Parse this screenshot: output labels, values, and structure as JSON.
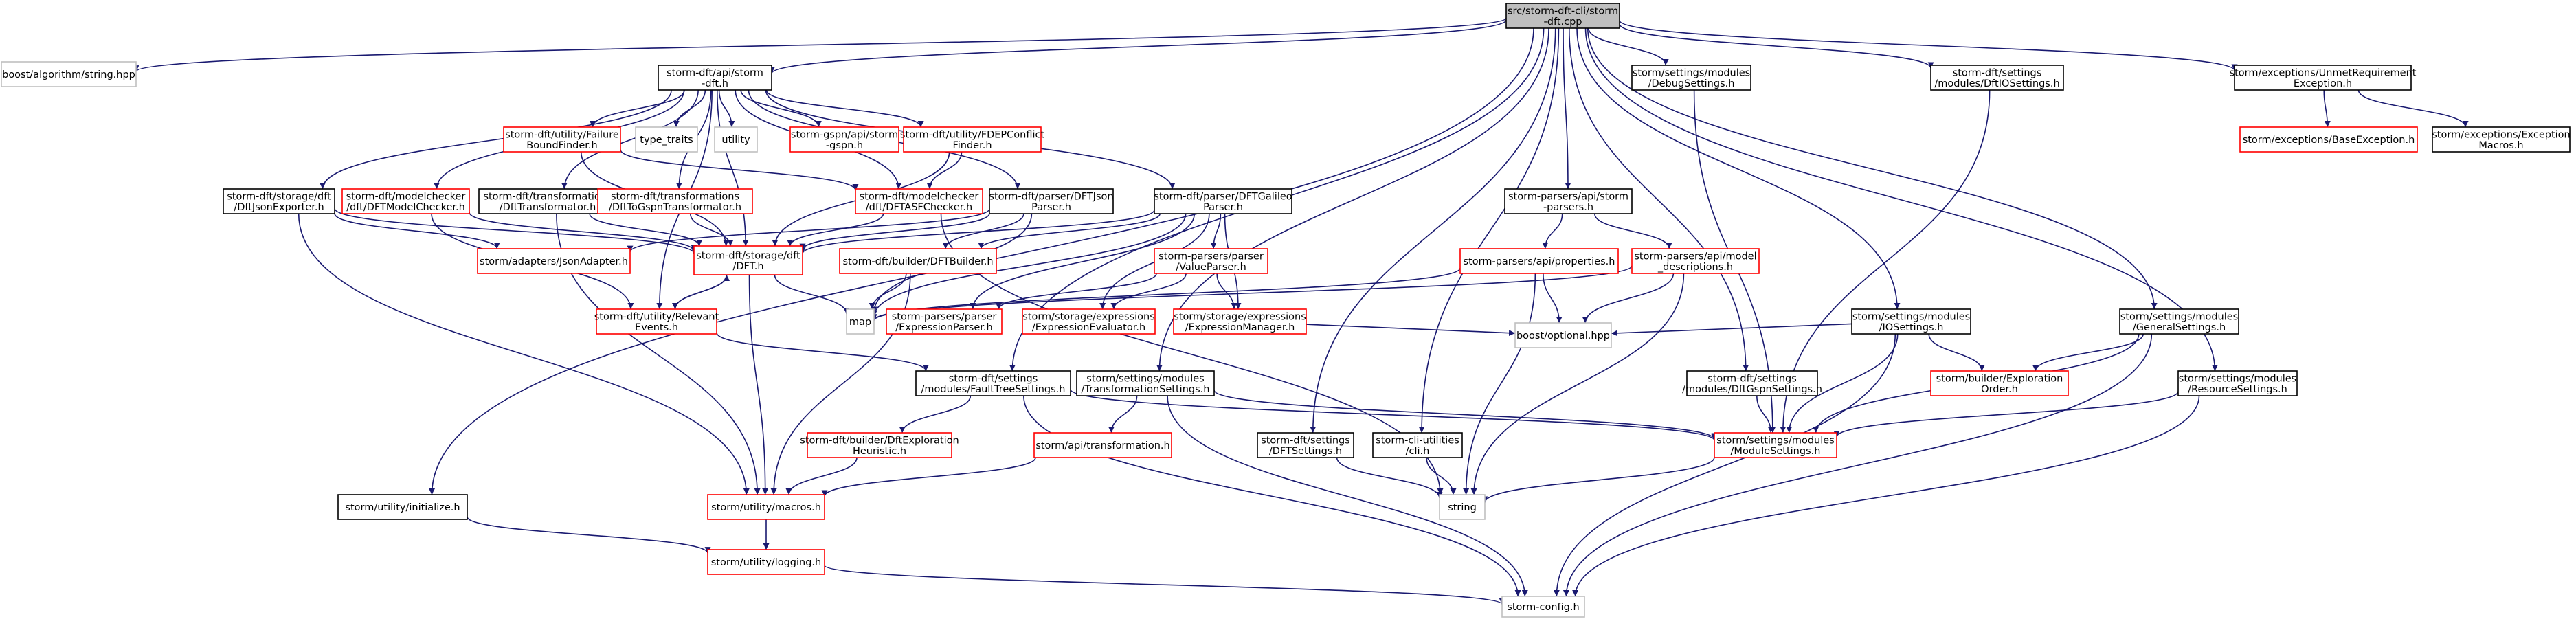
{
  "colors": {
    "edge": "#191970",
    "root_fill": "#bfbfbf",
    "normal_border": "#000000",
    "red_border": "#ff0000",
    "grey_border": "#bfbfbf",
    "text": "#000000"
  },
  "nodes": [
    {
      "id": "root",
      "label": [
        "src/storm-dft-cli/storm",
        "-dft.cpp"
      ],
      "style": "root"
    },
    {
      "id": "boost_string",
      "label": [
        "boost/algorithm/string.hpp"
      ],
      "style": "grey"
    },
    {
      "id": "api_dft",
      "label": [
        "storm-dft/api/storm",
        "-dft.h"
      ],
      "style": "normal"
    },
    {
      "id": "debugsettings",
      "label": [
        "storm/settings/modules",
        "/DebugSettings.h"
      ],
      "style": "normal"
    },
    {
      "id": "dftiosettings",
      "label": [
        "storm-dft/settings",
        "/modules/DftIOSettings.h"
      ],
      "style": "normal"
    },
    {
      "id": "unmet",
      "label": [
        "storm/exceptions/UnmetRequirement",
        "Exception.h"
      ],
      "style": "normal"
    },
    {
      "id": "failurebound",
      "label": [
        "storm-dft/utility/Failure",
        "BoundFinder.h"
      ],
      "style": "red"
    },
    {
      "id": "type_traits",
      "label": [
        "type_traits"
      ],
      "style": "grey"
    },
    {
      "id": "utility",
      "label": [
        "utility"
      ],
      "style": "grey"
    },
    {
      "id": "gspn_api",
      "label": [
        "storm-gspn/api/storm",
        "-gspn.h"
      ],
      "style": "red"
    },
    {
      "id": "fdep",
      "label": [
        "storm-dft/utility/FDEPConflict",
        "Finder.h"
      ],
      "style": "red"
    },
    {
      "id": "baseexc",
      "label": [
        "storm/exceptions/BaseException.h"
      ],
      "style": "red"
    },
    {
      "id": "excmacros",
      "label": [
        "storm/exceptions/Exception",
        "Macros.h"
      ],
      "style": "normal"
    },
    {
      "id": "jsonexporter",
      "label": [
        "storm-dft/storage/dft",
        "/DftJsonExporter.h"
      ],
      "style": "normal"
    },
    {
      "id": "dftmc",
      "label": [
        "storm-dft/modelchecker",
        "/dft/DFTModelChecker.h"
      ],
      "style": "red"
    },
    {
      "id": "dfttransformator",
      "label": [
        "storm-dft/transformations",
        "/DftTransformator.h"
      ],
      "style": "normal"
    },
    {
      "id": "togspn",
      "label": [
        "storm-dft/transformations",
        "/DftToGspnTransformator.h"
      ],
      "style": "red"
    },
    {
      "id": "asfchecker",
      "label": [
        "storm-dft/modelchecker",
        "/dft/DFTASFChecker.h"
      ],
      "style": "red"
    },
    {
      "id": "jsonparser",
      "label": [
        "storm-dft/parser/DFTJson",
        "Parser.h"
      ],
      "style": "normal"
    },
    {
      "id": "galileo",
      "label": [
        "storm-dft/parser/DFTGalileo",
        "Parser.h"
      ],
      "style": "normal"
    },
    {
      "id": "parsers_h",
      "label": [
        "storm-parsers/api/storm",
        "-parsers.h"
      ],
      "style": "normal"
    },
    {
      "id": "jsonadapter",
      "label": [
        "storm/adapters/JsonAdapter.h"
      ],
      "style": "red"
    },
    {
      "id": "dft_h",
      "label": [
        "storm-dft/storage/dft",
        "/DFT.h"
      ],
      "style": "red"
    },
    {
      "id": "dftbuilder",
      "label": [
        "storm-dft/builder/DFTBuilder.h"
      ],
      "style": "red"
    },
    {
      "id": "valueparser",
      "label": [
        "storm-parsers/parser",
        "/ValueParser.h"
      ],
      "style": "red"
    },
    {
      "id": "properties",
      "label": [
        "storm-parsers/api/properties.h"
      ],
      "style": "red"
    },
    {
      "id": "modeldesc",
      "label": [
        "storm-parsers/api/model",
        "_descriptions.h"
      ],
      "style": "red"
    },
    {
      "id": "relevant",
      "label": [
        "storm-dft/utility/Relevant",
        "Events.h"
      ],
      "style": "red"
    },
    {
      "id": "map",
      "label": [
        "map"
      ],
      "style": "grey"
    },
    {
      "id": "exprparser",
      "label": [
        "storm-parsers/parser",
        "/ExpressionParser.h"
      ],
      "style": "red"
    },
    {
      "id": "expreval",
      "label": [
        "storm/storage/expressions",
        "/ExpressionEvaluator.h"
      ],
      "style": "red"
    },
    {
      "id": "exprmanager",
      "label": [
        "storm/storage/expressions",
        "/ExpressionManager.h"
      ],
      "style": "red"
    },
    {
      "id": "optional",
      "label": [
        "boost/optional.hpp"
      ],
      "style": "grey"
    },
    {
      "id": "iosettings",
      "label": [
        "storm/settings/modules",
        "/IOSettings.h"
      ],
      "style": "normal"
    },
    {
      "id": "generalsettings",
      "label": [
        "storm/settings/modules",
        "/GeneralSettings.h"
      ],
      "style": "normal"
    },
    {
      "id": "faulttree",
      "label": [
        "storm-dft/settings",
        "/modules/FaultTreeSettings.h"
      ],
      "style": "normal"
    },
    {
      "id": "transfsettings",
      "label": [
        "storm/settings/modules",
        "/TransformationSettings.h"
      ],
      "style": "normal"
    },
    {
      "id": "dftgspnsettings",
      "label": [
        "storm-dft/settings",
        "/modules/DftGspnSettings.h"
      ],
      "style": "normal"
    },
    {
      "id": "explorationorder",
      "label": [
        "storm/builder/Exploration",
        "Order.h"
      ],
      "style": "red"
    },
    {
      "id": "resourcesettings",
      "label": [
        "storm/settings/modules",
        "/ResourceSettings.h"
      ],
      "style": "normal"
    },
    {
      "id": "dftexplheur",
      "label": [
        "storm-dft/builder/DftExploration",
        "Heuristic.h"
      ],
      "style": "red"
    },
    {
      "id": "transformation",
      "label": [
        "storm/api/transformation.h"
      ],
      "style": "red"
    },
    {
      "id": "dftsettings",
      "label": [
        "storm-dft/settings",
        "/DFTSettings.h"
      ],
      "style": "normal"
    },
    {
      "id": "cli",
      "label": [
        "storm-cli-utilities",
        "/cli.h"
      ],
      "style": "normal"
    },
    {
      "id": "modulesettings",
      "label": [
        "storm/settings/modules",
        "/ModuleSettings.h"
      ],
      "style": "red"
    },
    {
      "id": "initialize",
      "label": [
        "storm/utility/initialize.h"
      ],
      "style": "normal"
    },
    {
      "id": "macros",
      "label": [
        "storm/utility/macros.h"
      ],
      "style": "red"
    },
    {
      "id": "string",
      "label": [
        "string"
      ],
      "style": "grey"
    },
    {
      "id": "logging",
      "label": [
        "storm/utility/logging.h"
      ],
      "style": "red"
    },
    {
      "id": "config",
      "label": [
        "storm-config.h"
      ],
      "style": "grey"
    }
  ],
  "edges": [
    [
      "root",
      "boost_string"
    ],
    [
      "root",
      "api_dft"
    ],
    [
      "root",
      "debugsettings"
    ],
    [
      "root",
      "dftiosettings"
    ],
    [
      "root",
      "unmet"
    ],
    [
      "root",
      "initialize"
    ],
    [
      "root",
      "parsers_h"
    ],
    [
      "root",
      "iosettings"
    ],
    [
      "root",
      "generalsettings"
    ],
    [
      "root",
      "resourcesettings"
    ],
    [
      "root",
      "dftgspnsettings"
    ],
    [
      "root",
      "dftsettings"
    ],
    [
      "root",
      "cli"
    ],
    [
      "root",
      "faulttree"
    ],
    [
      "root",
      "transfsettings"
    ],
    [
      "api_dft",
      "failurebound"
    ],
    [
      "api_dft",
      "type_traits"
    ],
    [
      "api_dft",
      "utility"
    ],
    [
      "api_dft",
      "gspn_api"
    ],
    [
      "api_dft",
      "fdep"
    ],
    [
      "api_dft",
      "jsonexporter"
    ],
    [
      "api_dft",
      "dftmc"
    ],
    [
      "api_dft",
      "dfttransformator"
    ],
    [
      "api_dft",
      "togspn"
    ],
    [
      "api_dft",
      "asfchecker"
    ],
    [
      "api_dft",
      "jsonparser"
    ],
    [
      "api_dft",
      "galileo"
    ],
    [
      "api_dft",
      "dft_h"
    ],
    [
      "api_dft",
      "relevant"
    ],
    [
      "failurebound",
      "dft_h"
    ],
    [
      "failurebound",
      "asfchecker"
    ],
    [
      "fdep",
      "asfchecker"
    ],
    [
      "fdep",
      "dft_h"
    ],
    [
      "jsonexporter",
      "dft_h"
    ],
    [
      "jsonexporter",
      "jsonadapter"
    ],
    [
      "jsonexporter",
      "macros"
    ],
    [
      "dftmc",
      "dft_h"
    ],
    [
      "dftmc",
      "relevant"
    ],
    [
      "dfttransformator",
      "dft_h"
    ],
    [
      "dfttransformator",
      "macros"
    ],
    [
      "togspn",
      "dft_h"
    ],
    [
      "asfchecker",
      "dft_h"
    ],
    [
      "asfchecker",
      "string"
    ],
    [
      "jsonparser",
      "dft_h"
    ],
    [
      "jsonparser",
      "dftbuilder"
    ],
    [
      "jsonparser",
      "map"
    ],
    [
      "jsonparser",
      "jsonadapter"
    ],
    [
      "galileo",
      "dft_h"
    ],
    [
      "galileo",
      "dftbuilder"
    ],
    [
      "galileo",
      "valueparser"
    ],
    [
      "galileo",
      "map"
    ],
    [
      "galileo",
      "exprparser"
    ],
    [
      "galileo",
      "expreval"
    ],
    [
      "galileo",
      "exprmanager"
    ],
    [
      "dft_h",
      "map"
    ],
    [
      "dft_h",
      "relevant"
    ],
    [
      "dft_h",
      "macros"
    ],
    [
      "relevant",
      "dft_h"
    ],
    [
      "relevant",
      "faulttree"
    ],
    [
      "dftbuilder",
      "map"
    ],
    [
      "dftbuilder",
      "macros"
    ],
    [
      "valueparser",
      "exprparser"
    ],
    [
      "valueparser",
      "expreval"
    ],
    [
      "valueparser",
      "exprmanager"
    ],
    [
      "parsers_h",
      "properties"
    ],
    [
      "parsers_h",
      "modeldesc"
    ],
    [
      "properties",
      "map"
    ],
    [
      "properties",
      "optional"
    ],
    [
      "properties",
      "string"
    ],
    [
      "modeldesc",
      "map"
    ],
    [
      "modeldesc",
      "optional"
    ],
    [
      "modeldesc",
      "string"
    ],
    [
      "exprmanager",
      "optional"
    ],
    [
      "iosettings",
      "optional"
    ],
    [
      "iosettings",
      "explorationorder"
    ],
    [
      "iosettings",
      "modulesettings"
    ],
    [
      "iosettings",
      "config"
    ],
    [
      "generalsettings",
      "explorationorder"
    ],
    [
      "generalsettings",
      "modulesettings"
    ],
    [
      "generalsettings",
      "config"
    ],
    [
      "faulttree",
      "dftexplheur"
    ],
    [
      "faulttree",
      "modulesettings"
    ],
    [
      "faulttree",
      "config"
    ],
    [
      "transfsettings",
      "transformation"
    ],
    [
      "transfsettings",
      "modulesettings"
    ],
    [
      "transfsettings",
      "config"
    ],
    [
      "dftgspnsettings",
      "modulesettings"
    ],
    [
      "resourcesettings",
      "modulesettings"
    ],
    [
      "resourcesettings",
      "config"
    ],
    [
      "debugsettings",
      "modulesettings"
    ],
    [
      "dftiosettings",
      "modulesettings"
    ],
    [
      "unmet",
      "baseexc"
    ],
    [
      "unmet",
      "excmacros"
    ],
    [
      "dftexplheur",
      "macros"
    ],
    [
      "transformation",
      "macros"
    ],
    [
      "dftsettings",
      "string"
    ],
    [
      "cli",
      "string"
    ],
    [
      "modulesettings",
      "string"
    ],
    [
      "initialize",
      "logging"
    ],
    [
      "macros",
      "logging"
    ],
    [
      "logging",
      "config"
    ]
  ]
}
